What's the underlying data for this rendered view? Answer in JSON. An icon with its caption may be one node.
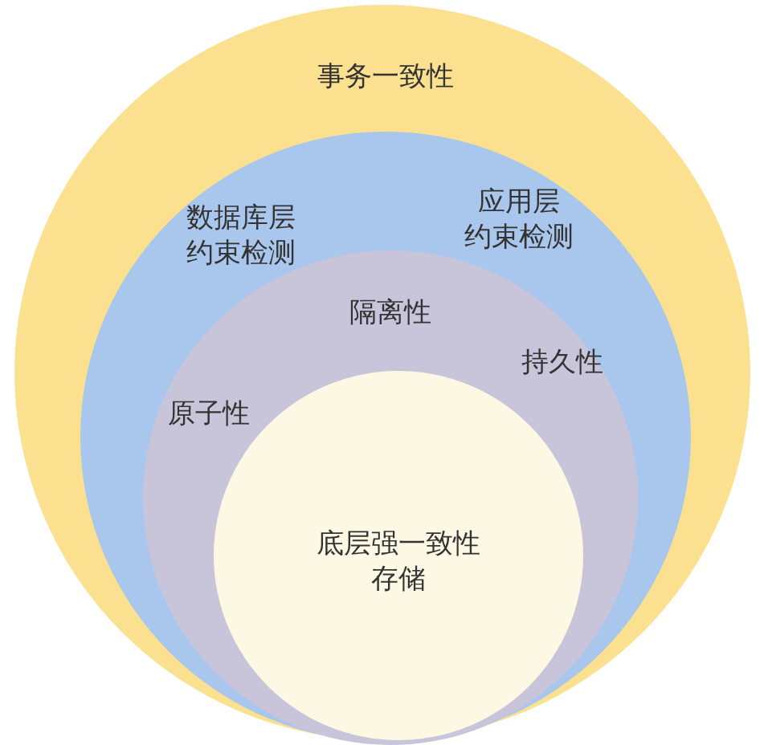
{
  "diagram": {
    "nodes": [
      {
        "text": [
          "事务一致性"
        ]
      },
      {
        "text": [
          "数据库层约束检测",
          "应用层约束检测"
        ],
        "in": 0
      },
      {
        "text": [
          "隔离性",
          "原子性",
          "持久性"
        ],
        "in": 1
      },
      {
        "text": [
          "底层强一致性存储"
        ],
        "in": 2
      }
    ]
  }
}
